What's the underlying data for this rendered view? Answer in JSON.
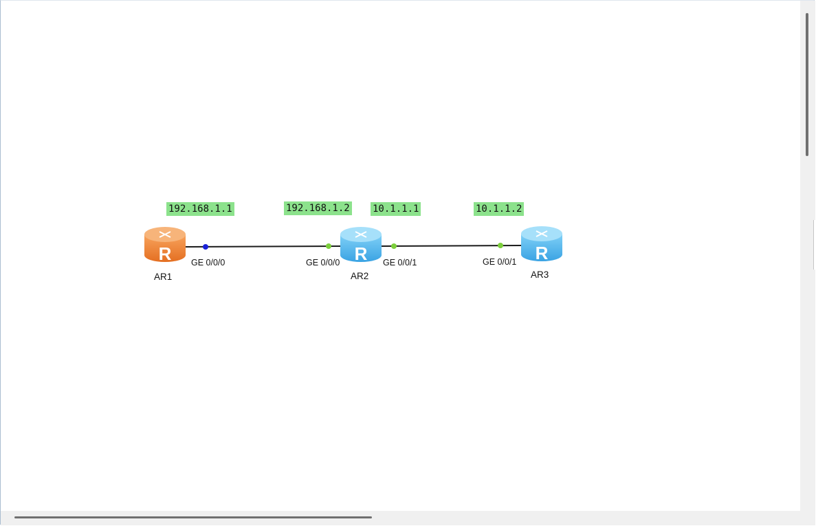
{
  "devices": [
    {
      "name": "AR1",
      "color": "#f08a3c",
      "icon": "router-icon"
    },
    {
      "name": "AR2",
      "color": "#5bb8ee",
      "icon": "router-icon"
    },
    {
      "name": "AR3",
      "color": "#5bb8ee",
      "icon": "router-icon"
    }
  ],
  "router_glyph": "R",
  "ip_labels": [
    "192.168.1.1",
    "192.168.1.2",
    "10.1.1.1",
    "10.1.1.2"
  ],
  "ports": {
    "ar1_ge000": "GE 0/0/0",
    "ar2_ge000": "GE 0/0/0",
    "ar2_ge001": "GE 0/0/1",
    "ar3_ge001": "GE 0/0/1"
  },
  "colors": {
    "ip_label_bg": "#8ce28c",
    "link_line": "#1a1a1a",
    "port_up": "#7ccf3c",
    "port_selected": "#1a22d8"
  }
}
